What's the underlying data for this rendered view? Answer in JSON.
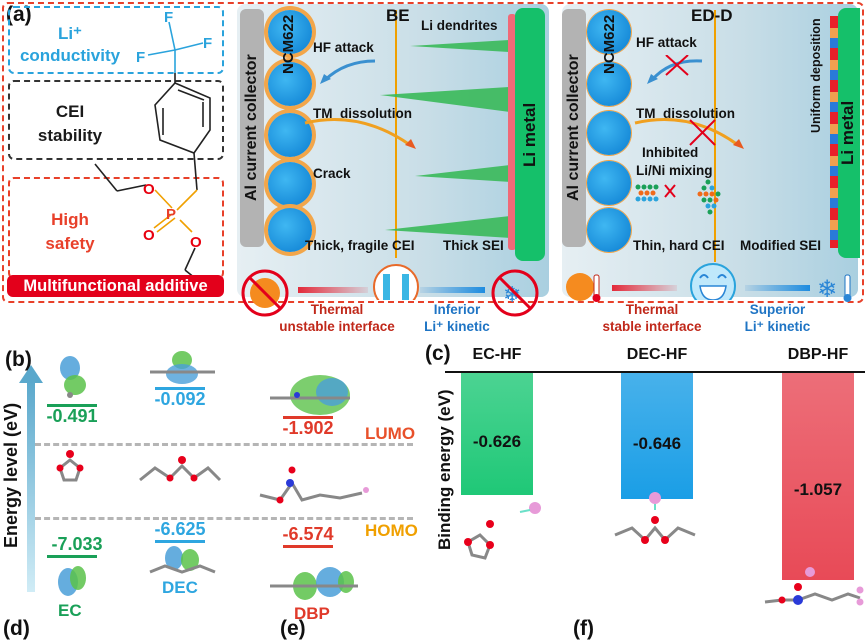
{
  "panel_a": {
    "label": "(a)",
    "molecule_regions": [
      {
        "label_line1": "Li⁺",
        "label_line2": "conductivity",
        "color": "#2aa3dc"
      },
      {
        "label_line1": "CEI",
        "label_line2": "stability",
        "color": "#1a1a1a"
      },
      {
        "label_line1": "High",
        "label_line2": "safety",
        "color": "#e8402a"
      }
    ],
    "atoms": {
      "fluorine": "F",
      "oxygen": "O",
      "phosphorus": "P"
    },
    "banner": "Multifunctional additive",
    "left_cell": {
      "title": "BE",
      "collector": "Al current collector",
      "cathode": "NCM622",
      "anode": "Li metal",
      "annotations": [
        "Li dendrites",
        "HF attack",
        "TM  dissolution",
        "Crack",
        "Thick, fragile CEI",
        "Thick SEI"
      ],
      "thermal_caption": [
        "Thermal",
        "unstable interface"
      ],
      "kinetic_caption": [
        "Inferior",
        "Li⁺ kinetic"
      ],
      "face": "crying-face"
    },
    "right_cell": {
      "title": "ED-D",
      "collector": "Al current collector",
      "cathode": "NCM622",
      "anode": "Li metal",
      "side_label": "Uniform deposition",
      "annotations": [
        "HF attack",
        "TM  dissolution",
        "Inhibited",
        "Li/Ni mixing",
        "Thin, hard CEI",
        "Modified SEI"
      ],
      "thermal_caption": [
        "Thermal",
        "stable interface"
      ],
      "kinetic_caption": [
        "Superior",
        "Li⁺ kinetic"
      ],
      "face": "smiling-face"
    }
  },
  "panel_b": {
    "label": "(b)",
    "y_axis_label": "Energy level (eV)",
    "lumo_label": "LUMO",
    "homo_label": "HOMO",
    "molecules": [
      {
        "name": "EC",
        "lumo": "-0.491",
        "homo": "-7.033",
        "color": "#1aa058"
      },
      {
        "name": "DEC",
        "lumo": "-0.092",
        "homo": "-6.625",
        "color": "#2ea6e0"
      },
      {
        "name": "DBP",
        "lumo": "-1.902",
        "homo": "-6.574",
        "color": "#e03a2a"
      }
    ]
  },
  "chart_data": {
    "type": "bar",
    "title": "(c)",
    "categories": [
      "EC-HF",
      "DEC-HF",
      "DBP-HF"
    ],
    "values": [
      -0.626,
      -0.646,
      -1.057
    ],
    "value_labels": [
      "-0.626",
      "-0.646",
      "-1.057"
    ],
    "ylabel": "Binding energy  (eV)",
    "xlabel": "",
    "ylim": [
      -1.1,
      0
    ],
    "colors": [
      "#1fc877",
      "#1a9ee6",
      "#e84a57"
    ],
    "grid": false
  },
  "bottom_labels": [
    "(d)",
    "(e)",
    "(f)"
  ]
}
